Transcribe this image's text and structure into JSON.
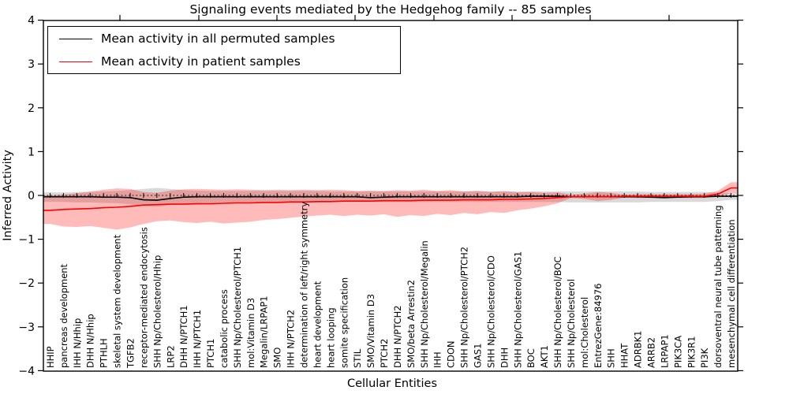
{
  "title": "Signaling events mediated by the Hedgehog family -- 85 samples",
  "axes": {
    "ylabel": "Inferred Activity",
    "xlabel": "Cellular Entities",
    "yticks": [
      {
        "label": "4",
        "value": 4
      },
      {
        "label": "3",
        "value": 3
      },
      {
        "label": "2",
        "value": 2
      },
      {
        "label": "1",
        "value": 1
      },
      {
        "label": "0",
        "value": 0
      },
      {
        "label": "−1",
        "value": -1
      },
      {
        "label": "−2",
        "value": -2
      },
      {
        "label": "−3",
        "value": -3
      },
      {
        "label": "−4",
        "value": -4
      }
    ],
    "top_tick_x": [
      152,
      252,
      351,
      450,
      550,
      649,
      748,
      848
    ]
  },
  "legend": {
    "items": [
      {
        "label": "Mean activity in all permuted samples",
        "color": "#000000"
      },
      {
        "label": "Mean activity in patient samples",
        "color": "#ff0000"
      }
    ]
  },
  "colors": {
    "permuted_line": "#000000",
    "permuted_band": "rgba(128,128,128,0.30)",
    "patient_line": "#ff0000",
    "patient_band": "rgba(255,0,0,0.27)",
    "zero_line": "#000000"
  },
  "chart_data": {
    "type": "line",
    "title": "Signaling events mediated by the Hedgehog family -- 85 samples",
    "xlabel": "Cellular Entities",
    "ylabel": "Inferred Activity",
    "ylim": [
      -4,
      4
    ],
    "grid": false,
    "legend_position": "upper left",
    "zero_reference_line": 0,
    "categories": [
      "HHIP",
      "pancreas development",
      "IHH N/Hhip",
      "DHH N/Hhip",
      "PTHLH",
      "skeletal system development",
      "TGFB2",
      "receptor-mediated endocytosis",
      "SHH Np/Cholesterol/Hhip",
      "LRP2",
      "DHH N/PTCH1",
      "IHH N/PTCH1",
      "PTCH1",
      "catabolic process",
      "SHH Np/Cholesterol/PTCH1",
      "mol:Vitamin D3",
      "Megalin/LRPAP1",
      "SMO",
      "IHH N/PTCH2",
      "determination of left/right symmetry",
      "heart development",
      "heart looping",
      "somite specification",
      "STIL",
      "SMO/Vitamin D3",
      "PTCH2",
      "DHH N/PTCH2",
      "SMO/beta Arrestin2",
      "SHH Np/Cholesterol/Megalin",
      "IHH",
      "CDON",
      "SHH Np/Cholesterol/PTCH2",
      "GAS1",
      "SHH Np/Cholesterol/CDO",
      "DHH",
      "SHH Np/Cholesterol/GAS1",
      "BOC",
      "AKT1",
      "SHH Np/Cholesterol/BOC",
      "SHH Np/Cholesterol",
      "mol:Cholesterol",
      "EntrezGene:84976",
      "SHH",
      "HHAT",
      "ADRBK1",
      "ARRB2",
      "LRPAP1",
      "PIK3CA",
      "PIK3R1",
      "PI3K",
      "dorsoventral neural tube patterning",
      "mesenchymal cell differentiation"
    ],
    "series": [
      {
        "name": "Mean activity in all permuted samples",
        "values": [
          -0.03,
          -0.03,
          -0.03,
          -0.03,
          -0.04,
          -0.04,
          -0.05,
          -0.1,
          -0.11,
          -0.07,
          -0.04,
          -0.03,
          -0.03,
          -0.03,
          -0.03,
          -0.03,
          -0.03,
          -0.03,
          -0.03,
          -0.03,
          -0.03,
          -0.03,
          -0.03,
          -0.03,
          -0.05,
          -0.04,
          -0.03,
          -0.03,
          -0.03,
          -0.03,
          -0.03,
          -0.03,
          -0.03,
          -0.03,
          -0.03,
          -0.03,
          -0.02,
          -0.02,
          -0.02,
          -0.03,
          -0.03,
          -0.03,
          -0.03,
          -0.03,
          -0.03,
          -0.04,
          -0.05,
          -0.04,
          -0.03,
          -0.03,
          -0.02,
          -0.02
        ],
        "band_upper": [
          0.07,
          0.07,
          0.08,
          0.08,
          0.09,
          0.1,
          0.12,
          0.15,
          0.17,
          0.15,
          0.12,
          0.11,
          0.1,
          0.1,
          0.1,
          0.1,
          0.1,
          0.1,
          0.1,
          0.1,
          0.1,
          0.09,
          0.09,
          0.09,
          0.09,
          0.09,
          0.09,
          0.09,
          0.09,
          0.09,
          0.09,
          0.09,
          0.09,
          0.09,
          0.09,
          0.09,
          0.09,
          0.09,
          0.09,
          0.09,
          0.09,
          0.09,
          0.09,
          0.09,
          0.09,
          0.08,
          0.08,
          0.08,
          0.08,
          0.08,
          0.07,
          0.05
        ],
        "band_lower": [
          -0.15,
          -0.15,
          -0.16,
          -0.16,
          -0.17,
          -0.18,
          -0.2,
          -0.24,
          -0.26,
          -0.22,
          -0.19,
          -0.18,
          -0.17,
          -0.16,
          -0.16,
          -0.16,
          -0.16,
          -0.16,
          -0.16,
          -0.16,
          -0.16,
          -0.15,
          -0.15,
          -0.15,
          -0.15,
          -0.15,
          -0.15,
          -0.15,
          -0.15,
          -0.15,
          -0.15,
          -0.15,
          -0.15,
          -0.15,
          -0.15,
          -0.15,
          -0.15,
          -0.15,
          -0.15,
          -0.16,
          -0.16,
          -0.16,
          -0.16,
          -0.16,
          -0.16,
          -0.15,
          -0.15,
          -0.15,
          -0.15,
          -0.15,
          -0.13,
          -0.1
        ]
      },
      {
        "name": "Mean activity in patient samples",
        "values": [
          -0.34,
          -0.32,
          -0.31,
          -0.3,
          -0.28,
          -0.27,
          -0.25,
          -0.22,
          -0.21,
          -0.2,
          -0.2,
          -0.19,
          -0.19,
          -0.18,
          -0.17,
          -0.17,
          -0.16,
          -0.16,
          -0.15,
          -0.15,
          -0.14,
          -0.14,
          -0.13,
          -0.13,
          -0.13,
          -0.12,
          -0.12,
          -0.12,
          -0.11,
          -0.11,
          -0.11,
          -0.1,
          -0.1,
          -0.1,
          -0.09,
          -0.09,
          -0.08,
          -0.07,
          -0.05,
          -0.03,
          -0.03,
          -0.03,
          -0.03,
          -0.02,
          -0.02,
          -0.02,
          -0.02,
          -0.02,
          -0.02,
          -0.02,
          0.03,
          0.17
        ],
        "band_upper": [
          0.0,
          0.02,
          0.05,
          0.09,
          0.13,
          0.16,
          0.15,
          0.08,
          0.06,
          0.11,
          0.14,
          0.15,
          0.14,
          0.13,
          0.14,
          0.13,
          0.12,
          0.13,
          0.12,
          0.13,
          0.12,
          0.13,
          0.12,
          0.1,
          0.11,
          0.1,
          0.12,
          0.11,
          0.13,
          0.1,
          0.12,
          0.09,
          0.11,
          0.08,
          0.1,
          0.07,
          0.08,
          0.06,
          0.07,
          0.02,
          0.04,
          0.08,
          0.06,
          0.02,
          0.03,
          0.03,
          0.03,
          0.03,
          0.03,
          0.04,
          0.1,
          0.3
        ],
        "band_lower": [
          -0.65,
          -0.71,
          -0.72,
          -0.7,
          -0.74,
          -0.78,
          -0.73,
          -0.65,
          -0.59,
          -0.57,
          -0.61,
          -0.63,
          -0.6,
          -0.64,
          -0.62,
          -0.6,
          -0.56,
          -0.54,
          -0.51,
          -0.48,
          -0.46,
          -0.44,
          -0.47,
          -0.44,
          -0.46,
          -0.43,
          -0.49,
          -0.45,
          -0.47,
          -0.42,
          -0.45,
          -0.4,
          -0.43,
          -0.38,
          -0.4,
          -0.34,
          -0.3,
          -0.25,
          -0.18,
          -0.06,
          -0.08,
          -0.13,
          -0.1,
          -0.05,
          -0.06,
          -0.06,
          -0.06,
          -0.06,
          -0.06,
          -0.06,
          -0.02,
          0.05
        ]
      }
    ]
  }
}
